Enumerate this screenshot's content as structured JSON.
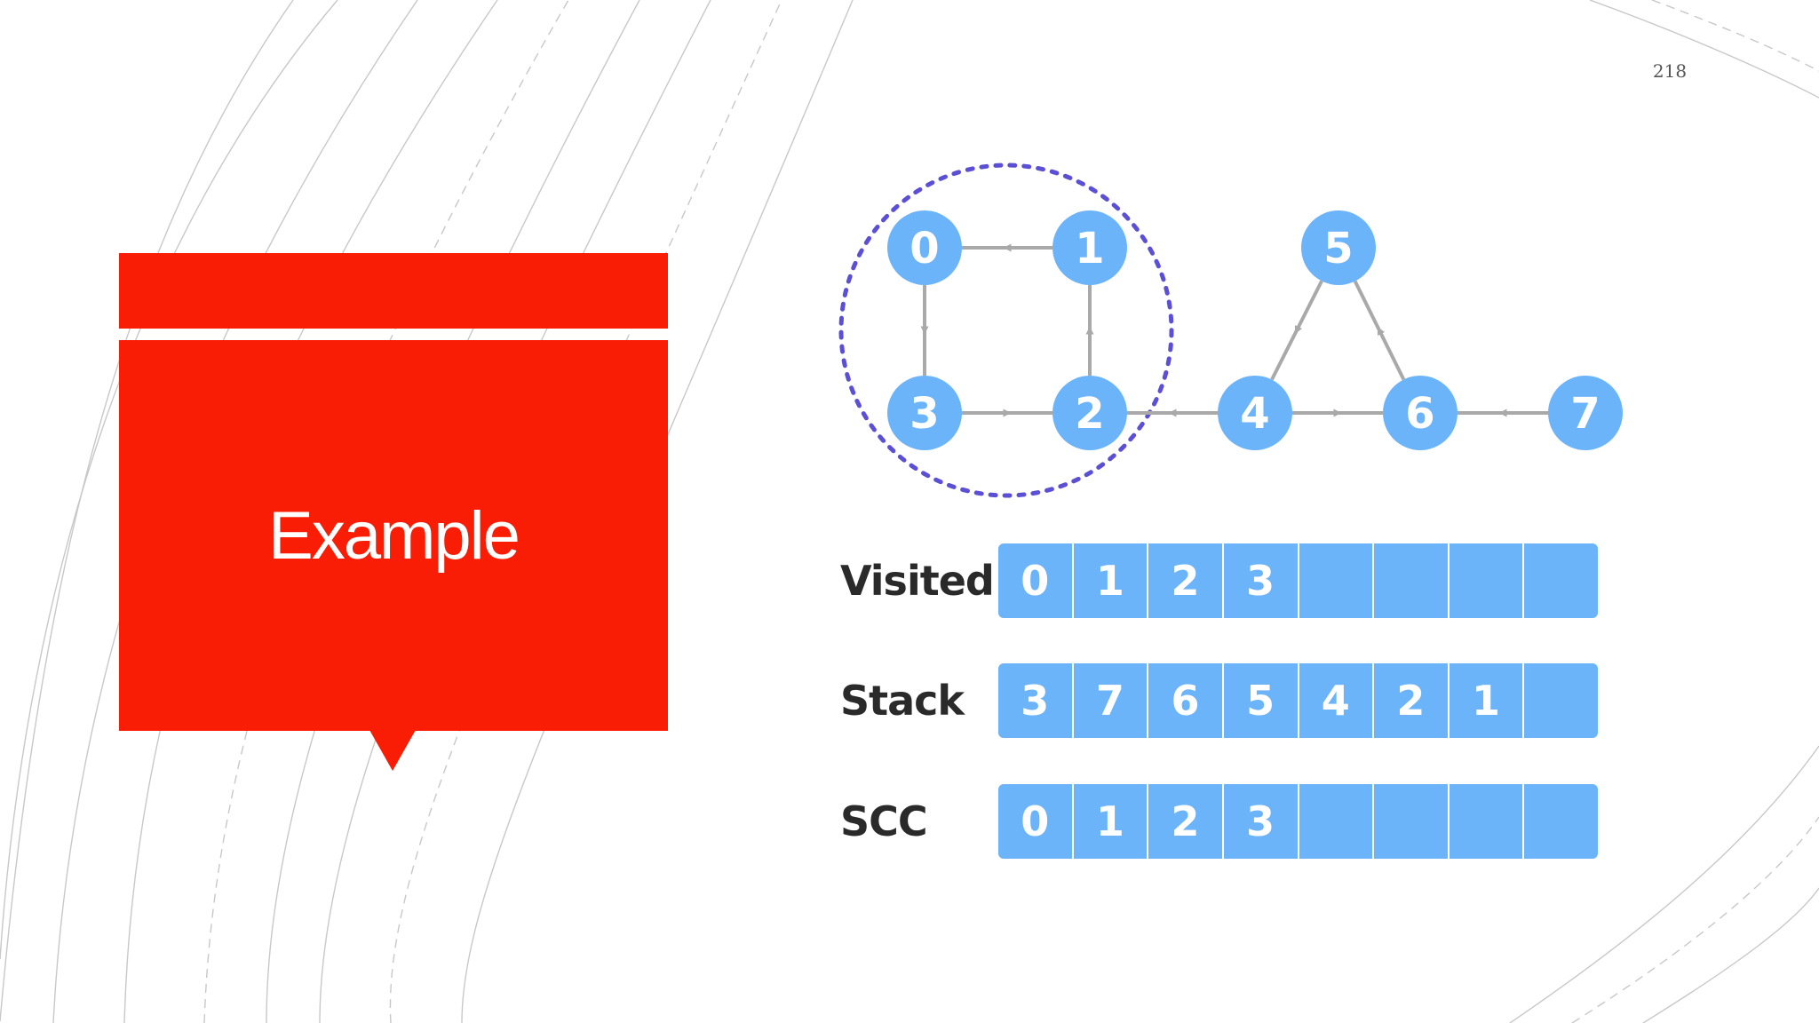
{
  "page_number": "218",
  "title": "Example",
  "graph": {
    "nodes": [
      {
        "id": "0",
        "label": "0"
      },
      {
        "id": "1",
        "label": "1"
      },
      {
        "id": "2",
        "label": "2"
      },
      {
        "id": "3",
        "label": "3"
      },
      {
        "id": "4",
        "label": "4"
      },
      {
        "id": "5",
        "label": "5"
      },
      {
        "id": "6",
        "label": "6"
      },
      {
        "id": "7",
        "label": "7"
      }
    ],
    "edges": [
      {
        "from": "1",
        "to": "0"
      },
      {
        "from": "0",
        "to": "3"
      },
      {
        "from": "3",
        "to": "2"
      },
      {
        "from": "2",
        "to": "1"
      },
      {
        "from": "4",
        "to": "2"
      },
      {
        "from": "5",
        "to": "4"
      },
      {
        "from": "4",
        "to": "6"
      },
      {
        "from": "6",
        "to": "5"
      },
      {
        "from": "7",
        "to": "6"
      }
    ],
    "highlighted_component": [
      "0",
      "1",
      "2",
      "3"
    ],
    "colors": {
      "node": "#6bb4fa",
      "edge": "#a9a9a9",
      "highlight": "#5b4fd6"
    }
  },
  "rows": [
    {
      "label": "Visited",
      "cells": [
        "0",
        "1",
        "2",
        "3",
        "",
        "",
        "",
        ""
      ]
    },
    {
      "label": "Stack",
      "cells": [
        "3",
        "7",
        "6",
        "5",
        "4",
        "2",
        "1",
        ""
      ]
    },
    {
      "label": "SCC",
      "cells": [
        "0",
        "1",
        "2",
        "3",
        "",
        "",
        "",
        ""
      ]
    }
  ]
}
